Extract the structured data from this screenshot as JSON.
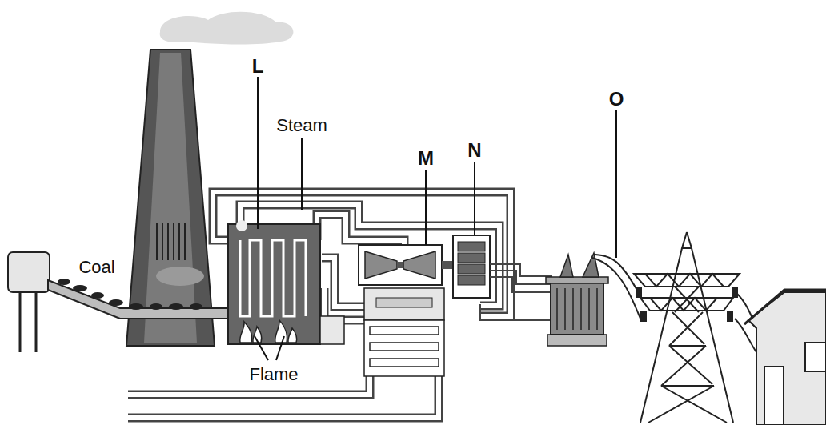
{
  "diagram": {
    "labels": [
      "L",
      "Steam",
      "M",
      "N",
      "O",
      "Coal",
      "Flame"
    ]
  }
}
